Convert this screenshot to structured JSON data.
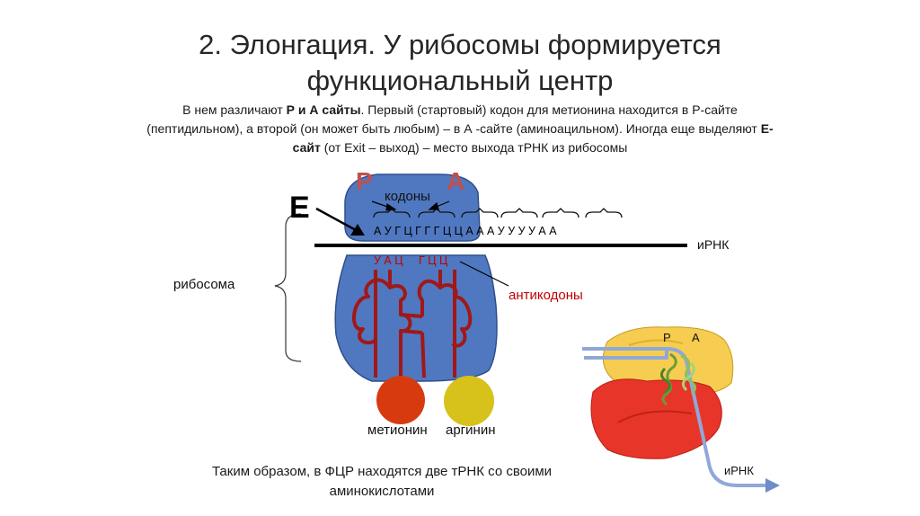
{
  "title": {
    "line1": "2. Элонгация. У рибосомы формируется",
    "line2": "функциональный центр"
  },
  "intro": {
    "t1": "В нем различают ",
    "b1": "Р и А сайты",
    "t2": ". Первый (стартовый) кодон для метионина находится в Р-сайте (пептидильном), а второй (он может быть любым) – в А -сайте (аминоацильном). Иногда еще выделяют ",
    "b2": "Е-сайт",
    "t3": " (от Exit – выход) – место выхода тРНК из рибосомы"
  },
  "diagram": {
    "site_p": "Р",
    "site_a": "А",
    "site_e": "Е",
    "codons_label": "кодоны",
    "mrna_sequence": "А У Г Ц Г Г Г Ц Ц А А А У У У У А А",
    "mrna_label": "иРНК",
    "anticodon_1": "У А Ц",
    "anticodon_2": "Г Ц Ц",
    "anticodons_label": "антикодоны",
    "ribosome_label": "рибосома",
    "amino_1": "метионин",
    "amino_2": "аргинин"
  },
  "inset": {
    "site_p": "Р",
    "site_a": "А",
    "mrna_label": "иРНК"
  },
  "conclusion": "Таким образом, в ФЦР находятся две тРНК со своими аминокислотами",
  "colors": {
    "ribosome_blue": "#4f78c0",
    "site_text": "#c0504d",
    "trna_red": "#a01818",
    "methionine": "#d83a10",
    "arginine": "#d6c21a",
    "anticodon_text": "#c00000",
    "inset_large_subunit": "#f6cd50",
    "inset_small_subunit": "#e8352a",
    "inset_mrna": "#8fa8d8",
    "inset_trna": "#6a9a3a"
  }
}
